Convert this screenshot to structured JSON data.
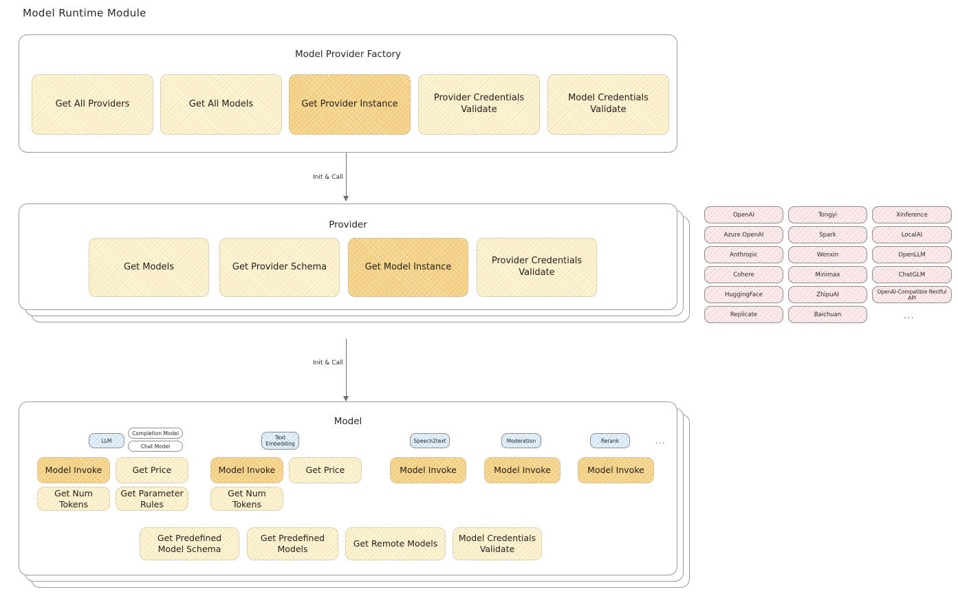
{
  "page": {
    "title": "Model Runtime Module"
  },
  "factory": {
    "title": "Model Provider Factory",
    "nodes": [
      {
        "label": "Get All Providers",
        "highlight": false
      },
      {
        "label": "Get All Models",
        "highlight": false
      },
      {
        "label": "Get Provider Instance",
        "highlight": true
      },
      {
        "label": "Provider Credentials Validate",
        "highlight": false
      },
      {
        "label": "Model Credentials Validate",
        "highlight": false
      }
    ]
  },
  "arrows": [
    {
      "label": "Init & Call"
    },
    {
      "label": "Init & Call"
    }
  ],
  "provider": {
    "title": "Provider",
    "nodes": [
      {
        "label": "Get Models",
        "highlight": false
      },
      {
        "label": "Get Provider Schema",
        "highlight": false
      },
      {
        "label": "Get Model Instance",
        "highlight": true
      },
      {
        "label": "Provider Credentials Validate",
        "highlight": false
      }
    ]
  },
  "provider_list": {
    "columns": [
      [
        "OpenAI",
        "Azure OpenAI",
        "Anthropic",
        "Cohere",
        "HuggingFace",
        "Replicate"
      ],
      [
        "Tongyi",
        "Spark",
        "Wenxin",
        "Minimax",
        "ZhipuAI",
        "Baichuan"
      ],
      [
        "Xinference",
        "LocalAI",
        "OpenLLM",
        "ChatGLM",
        "OpenAI-Compatible Restful API"
      ]
    ],
    "ellipsis": "..."
  },
  "model": {
    "title": "Model",
    "ellipsis": "...",
    "types": [
      {
        "name": "LLM",
        "subtypes": [
          "Completion Model",
          "Chat Model"
        ]
      },
      {
        "name": "Text Embedding",
        "subtypes": []
      },
      {
        "name": "Speech2text",
        "subtypes": []
      },
      {
        "name": "Moderation",
        "subtypes": []
      },
      {
        "name": "Rerank",
        "subtypes": []
      }
    ],
    "columns": [
      {
        "nodes": [
          {
            "label": "Model Invoke",
            "highlight": true
          },
          {
            "label": "Get Price",
            "highlight": false
          },
          {
            "label": "Get Num Tokens",
            "highlight": false
          },
          {
            "label": "Get Parameter Rules",
            "highlight": false
          }
        ]
      },
      {
        "nodes": [
          {
            "label": "Model Invoke",
            "highlight": true
          },
          {
            "label": "Get Price",
            "highlight": false
          },
          {
            "label": "Get Num Tokens",
            "highlight": false
          }
        ]
      },
      {
        "nodes": [
          {
            "label": "Model Invoke",
            "highlight": true
          }
        ]
      },
      {
        "nodes": [
          {
            "label": "Model Invoke",
            "highlight": true
          }
        ]
      },
      {
        "nodes": [
          {
            "label": "Model Invoke",
            "highlight": true
          }
        ]
      }
    ],
    "shared_nodes": [
      {
        "label": "Get Predefined Model Schema"
      },
      {
        "label": "Get Predefined Models"
      },
      {
        "label": "Get Remote Models"
      },
      {
        "label": "Model Credentials Validate"
      }
    ]
  }
}
